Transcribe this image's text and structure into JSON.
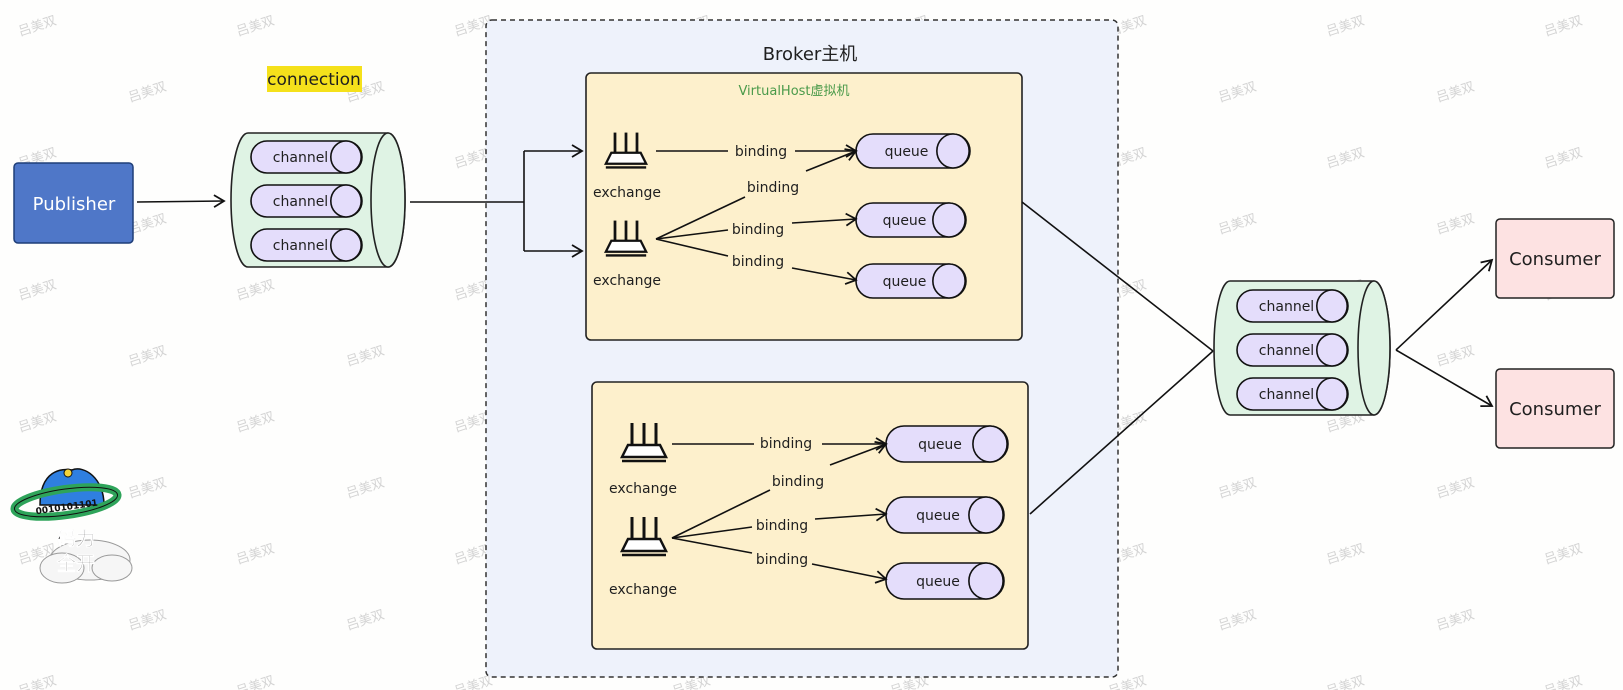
{
  "connection_label": "connection",
  "publisher_label": "Publisher",
  "broker_title": "Broker主机",
  "vhost_title": "VirtualHost虚拟机",
  "channel_label": "channel",
  "exchange_label": "exchange",
  "binding_label": "binding",
  "queue_label": "queue",
  "consumers": [
    "Consumer",
    "Consumer"
  ],
  "watermark": "吕美双",
  "logo_text": [
    "码力",
    "全开"
  ],
  "logo_band_text": "0010101101",
  "colors": {
    "publisher": "#4f77c8",
    "channel_group": "#dff3e4",
    "channel": "#e4ddfb",
    "queue": "#e4ddfb",
    "vhost": "#fdf0cc",
    "broker": "#eef2fb",
    "consumer": "#fde2e2",
    "connection_highlight": "#f5e11b"
  }
}
